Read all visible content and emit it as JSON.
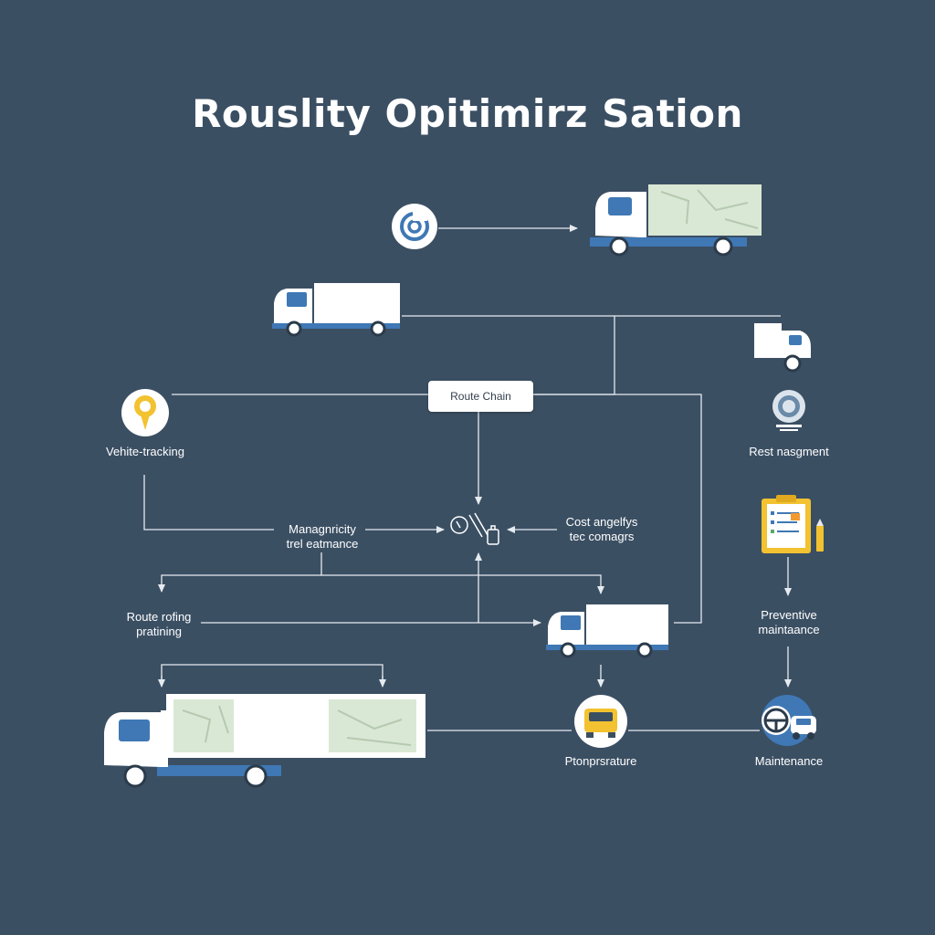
{
  "title": "Rouslity Opitimirz Sation",
  "nodes": {
    "route_chain": "Route Chain",
    "vehicle_tracking": "Vehite-tracking",
    "management": [
      "Managnricity",
      "trel eatmance"
    ],
    "cost_analysis": [
      "Cost angelfys",
      "tec comagrs"
    ],
    "route_planning": [
      "Route rofing",
      "pratining"
    ],
    "rest_management": "Rest nasgment",
    "preventive": [
      "Preventive",
      "maintaance"
    ],
    "procedure": "Ptonprsrature",
    "maintenance": "Maintenance"
  },
  "colors": {
    "background": "#3b4f63",
    "line": "#e6ebf0",
    "accent_blue": "#3f78b5",
    "accent_yellow": "#f2c230",
    "map_green": "#d9e8d4"
  },
  "icons": {
    "top_circle": "refresh-icon",
    "tracking": "location-pin-icon",
    "hub": "tools-icon",
    "rest": "gauge-icon",
    "checklist": "clipboard-icon",
    "procedure": "taxi-icon",
    "maintenance": "steering-wheel-icon"
  }
}
